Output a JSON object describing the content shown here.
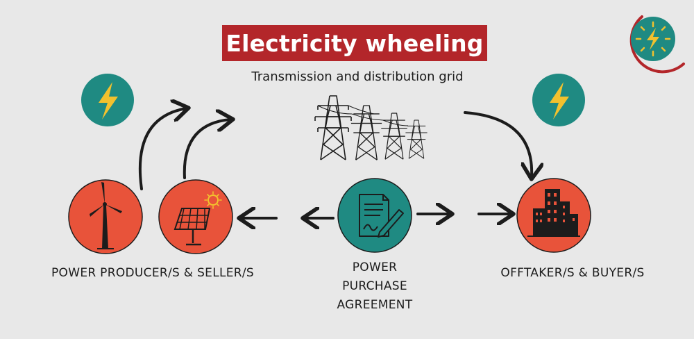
{
  "title": "Electricity wheeling",
  "subtitle": "Transmission and distribution grid",
  "producer_label": "POWER PRODUCER/S & SELLER/S",
  "offtaker_label": "OFFTAKER/S & BUYER/S",
  "ppa_label": [
    "POWER",
    "PURCHASE",
    "AGREEMENT"
  ],
  "colors": {
    "background": "#e8e8e8",
    "title_bg": "#b3262a",
    "orange_red": "#e8533a",
    "teal": "#1f8a82",
    "bolt_yellow": "#f2c12e",
    "ink": "#1c1c1c"
  },
  "icons": {
    "logo": "lightning-logo-icon",
    "producer_bolt": "lightning-bolt-icon",
    "offtaker_bolt": "lightning-bolt-icon",
    "wind": "wind-turbine-icon",
    "solar": "solar-panel-icon",
    "contract": "contract-signing-icon",
    "buildings": "city-buildings-icon",
    "grid": "transmission-towers-icon"
  }
}
